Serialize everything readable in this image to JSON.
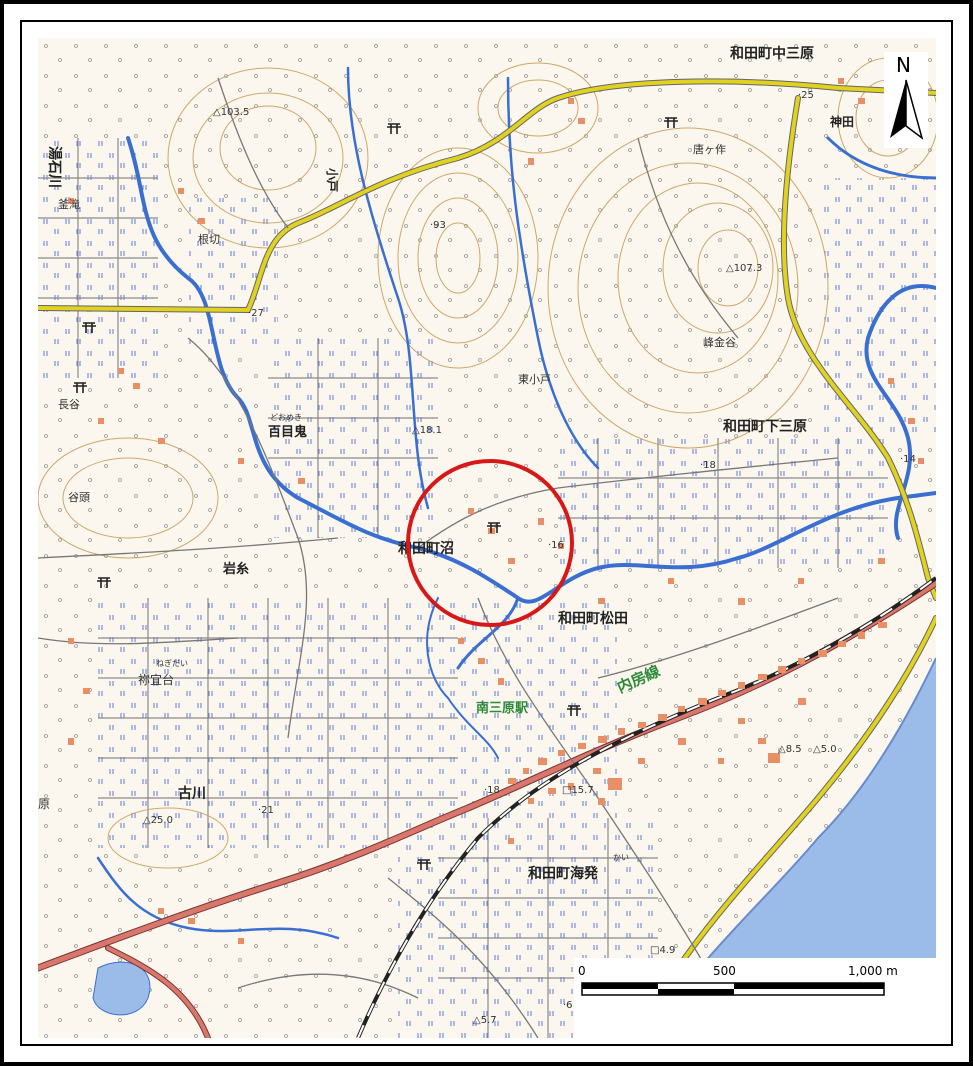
{
  "map": {
    "north_label": "N",
    "place_labels": [
      {
        "id": "wada-nakamihara",
        "text": "和田町中三原"
      },
      {
        "id": "kanda",
        "text": "神田"
      },
      {
        "id": "karagasaku",
        "text": "唐ヶ作"
      },
      {
        "id": "yuishigawa",
        "text": "湯石川"
      },
      {
        "id": "kamataki",
        "text": "釜滝"
      },
      {
        "id": "nekiri",
        "text": "根切"
      },
      {
        "id": "koto",
        "text": "小戸"
      },
      {
        "id": "minegaya",
        "text": "峰金谷"
      },
      {
        "id": "nagaya",
        "text": "長谷"
      },
      {
        "id": "higashikoto",
        "text": "東小戸"
      },
      {
        "id": "domeki-kana",
        "text": "どおめき"
      },
      {
        "id": "domeki",
        "text": "百目鬼"
      },
      {
        "id": "wada-shimomihara",
        "text": "和田町下三原"
      },
      {
        "id": "yatsugashira",
        "text": "谷頭"
      },
      {
        "id": "wada-numa",
        "text": "和田町沼"
      },
      {
        "id": "iwaito",
        "text": "岩糸"
      },
      {
        "id": "wada-matsuda",
        "text": "和田町松田"
      },
      {
        "id": "naibo-line",
        "text": "内房線"
      },
      {
        "id": "negidai-kana",
        "text": "ねぎだい"
      },
      {
        "id": "negidai",
        "text": "祢宜台"
      },
      {
        "id": "minamimihara-station",
        "text": "南三原駅"
      },
      {
        "id": "furukawa",
        "text": "古川"
      },
      {
        "id": "hara",
        "text": "原"
      },
      {
        "id": "wada-kaihotsu",
        "text": "和田町海発"
      },
      {
        "id": "kai-kana",
        "text": "かい"
      }
    ],
    "elevations": [
      "△103.5",
      "·93",
      "△107.3",
      "△18.1",
      "·18",
      "·14",
      "·16",
      "△8.5",
      "△5.0",
      "△25.0",
      "·21",
      "·18",
      "□15.7",
      "□4.9",
      "△5.7",
      "·27",
      "·25",
      "·6"
    ],
    "scale_bar": {
      "labels": [
        "0",
        "500",
        "1,000 m"
      ]
    },
    "highlight": {
      "label": "study-site",
      "color": "#d81818"
    },
    "colors": {
      "road_major": "#e0d21e",
      "road_national": "#d9776c",
      "river": "#3a6fd1",
      "contour": "#c79a52",
      "building": "#e88f66",
      "railway": "#333333",
      "sea": "#9bbbe8"
    }
  }
}
